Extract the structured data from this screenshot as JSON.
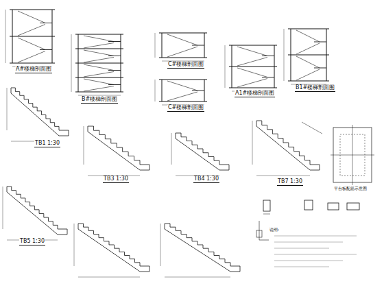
{
  "diagram": {
    "labels": [
      "A#楼梯剖面图",
      "B#楼梯剖面图",
      "C#楼梯剖面图",
      "C#楼梯剖面图",
      "A1#楼梯剖面图",
      "B1#楼梯剖面图",
      "TB1 1:30",
      "TB3 1:30",
      "TB4 1:30",
      "TB5 1:30",
      "TB7 1:30",
      "平台板配筋示意图",
      "说明:"
    ]
  }
}
